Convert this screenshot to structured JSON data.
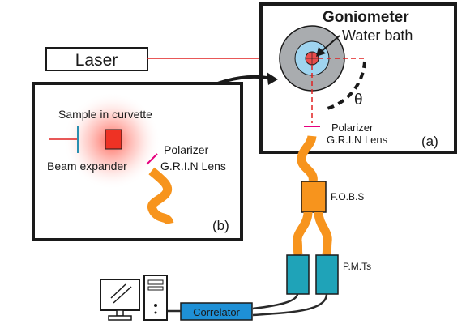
{
  "laser": {
    "label": "Laser"
  },
  "goniometer": {
    "title": "Goniometer",
    "water_bath": "Water bath",
    "angle": "θ",
    "polarizer": "Polarizer",
    "grin_lens": "G.R.I.N Lens",
    "panel_label": "(a)"
  },
  "inset": {
    "sample": "Sample in curvette",
    "beam_expander": "Beam expander",
    "polarizer": "Polarizer",
    "grin_lens": "G.R.I.N Lens",
    "panel_label": "(b)"
  },
  "fobs": {
    "label": "F.O.B.S"
  },
  "pmts": {
    "label": "P.M.Ts"
  },
  "correlator": {
    "label": "Correlator"
  },
  "colors": {
    "laser_beam": "#e02020",
    "fiber": "#f7941d",
    "pmt": "#1fa3b8",
    "correlator": "#1e90d6",
    "bath_outer": "#a9acaf",
    "bath_inner": "#9fd4ef",
    "polarizer": "#e6007e"
  }
}
